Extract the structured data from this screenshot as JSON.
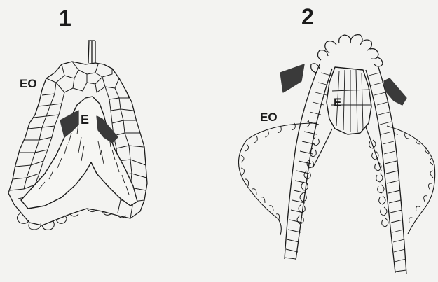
{
  "panels": [
    {
      "number": "1",
      "outer_label": "EO",
      "inner_label": "E"
    },
    {
      "number": "2",
      "outer_label": "EO",
      "inner_label": "E"
    }
  ],
  "colors": {
    "ink": "#1a1a1a",
    "arrow": "#3a3a3a",
    "background": "#f3f3f1"
  }
}
